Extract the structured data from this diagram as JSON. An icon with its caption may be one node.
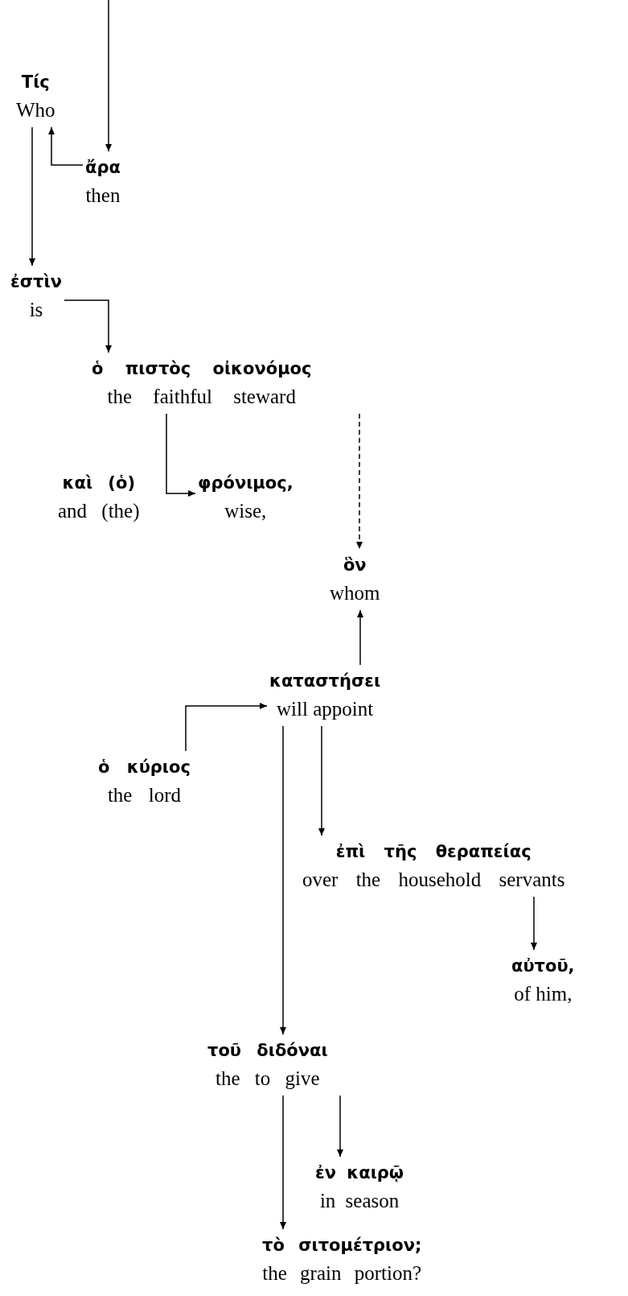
{
  "diagram": {
    "nodes": [
      {
        "text": [
          "Τίς",
          "Who"
        ]
      },
      {
        "text": [
          "ἄρα",
          "then"
        ]
      },
      {
        "text": [
          "ἐστὶν",
          "is"
        ]
      },
      {
        "text": [
          "ὁ πιστὸς οἰκονόμος",
          "the faithful steward"
        ]
      },
      {
        "text": [
          "καὶ (ὁ)",
          "and (the)"
        ]
      },
      {
        "text": [
          "φρόνιμος,",
          "wise,"
        ]
      },
      {
        "text": [
          "ὃν",
          "whom"
        ]
      },
      {
        "text": [
          "καταστήσει",
          "will appoint"
        ]
      },
      {
        "text": [
          "ὁ κύριος",
          "the lord"
        ]
      },
      {
        "text": [
          "ἐπὶ τῆς θεραπείας",
          "over the household servants"
        ]
      },
      {
        "text": [
          "αὐτοῦ,",
          "of him,"
        ]
      },
      {
        "text": [
          "τοῦ διδόναι",
          "the to give"
        ]
      },
      {
        "text": [
          "ἐν καιρῷ",
          "in season"
        ]
      },
      {
        "text": [
          "τὸ σιτομέτριον;",
          "the grain portion?"
        ]
      }
    ],
    "edges": [
      {
        "from": null,
        "to": 1,
        "arrow": "to"
      },
      {
        "from": 1,
        "to": 0,
        "arrow": "to"
      },
      {
        "from": 0,
        "to": 2,
        "arrow": "to"
      },
      {
        "from": 2,
        "to": 3,
        "arrow": "to"
      },
      {
        "from": 3,
        "to": 5,
        "arrow": "to"
      },
      {
        "from": 3,
        "to": 6,
        "arrow": "to",
        "style": "dashed"
      },
      {
        "from": 7,
        "to": 6,
        "arrow": "to"
      },
      {
        "from": 8,
        "to": 7,
        "arrow": "to"
      },
      {
        "from": 7,
        "to": 9,
        "arrow": "to"
      },
      {
        "from": 9,
        "to": 10,
        "arrow": "to"
      },
      {
        "from": 7,
        "to": 11,
        "arrow": "to"
      },
      {
        "from": 11,
        "to": 12,
        "arrow": "to"
      },
      {
        "from": 11,
        "to": 13,
        "arrow": "to"
      }
    ]
  }
}
